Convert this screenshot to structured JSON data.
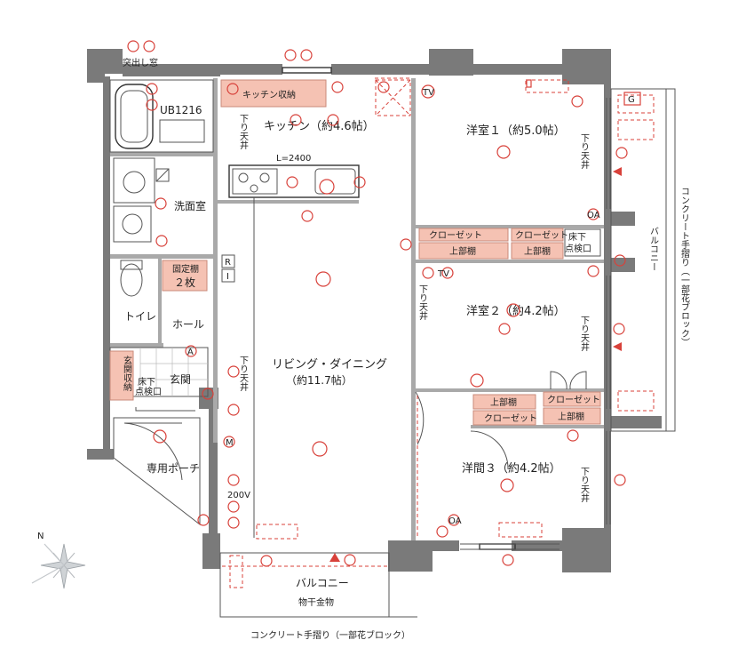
{
  "rooms": {
    "ub": "UB1216",
    "washroom": "洗面室",
    "kitchen": "キッチン（約4.6帖）",
    "kitchen_storage": "キッチン収納",
    "counter_length": "L=2400",
    "western1": "洋室１（約5.0帖）",
    "western2": "洋室２（約4.2帖）",
    "western3": "洋間３（約4.2帖）",
    "living_line1": "リビング・ダイニング",
    "living_line2": "（約11.7帖）",
    "toilet": "トイレ",
    "hall": "ホール",
    "entrance": "玄関",
    "entrance_storage": "玄関収納",
    "porch": "専用ポーチ",
    "fixed_shelf_1": "固定棚",
    "fixed_shelf_2": "２枚",
    "floor_hatch_1": "床下",
    "floor_hatch_2": "点検口",
    "balcony_bottom": "バルコニー",
    "balcony_right": "バルコニー",
    "drying_hardware": "物干金物",
    "closet": "クローゼット",
    "upper_shelf": "上部棚",
    "dropped_ceiling": "下り天井",
    "bay_window": "突出し窓",
    "handrail_right": "コンクリート手摺り（一部花ブロック）",
    "handrail_bottom": "コンクリート手摺り（一部花ブロック）",
    "compass": "N"
  },
  "symbols": {
    "ri": "R",
    "ri2": "I",
    "g": "G",
    "m": "M",
    "a": "A",
    "ov": "200V",
    "oa": "OA",
    "tv": "TV"
  },
  "colors": {
    "wall": "#7a7a7a",
    "electrical": "#d8413a",
    "shelf_fill": "#f5c2b3"
  }
}
